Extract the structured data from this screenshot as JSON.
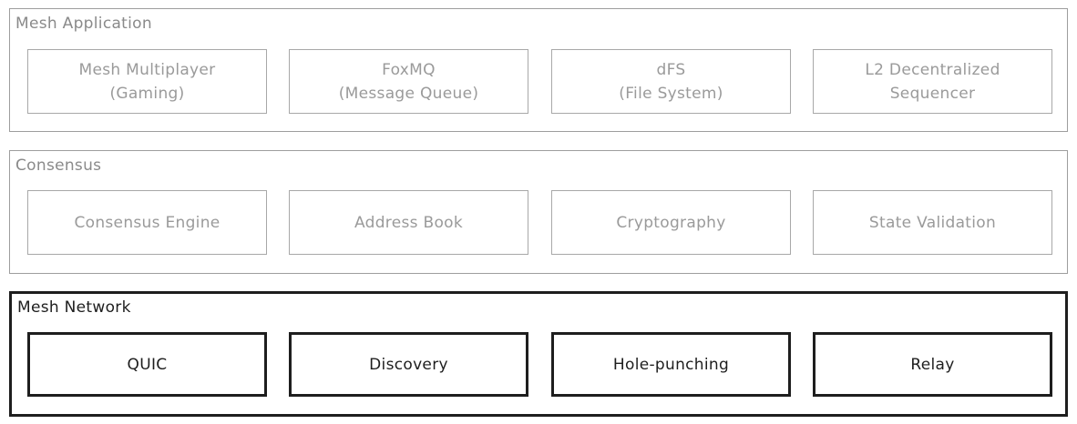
{
  "layers": [
    {
      "title": "Mesh Application",
      "boxes": [
        "Mesh Multiplayer\n(Gaming)",
        "FoxMQ\n(Message Queue)",
        "dFS\n(File System)",
        "L2 Decentralized\nSequencer"
      ]
    },
    {
      "title": "Consensus",
      "boxes": [
        "Consensus Engine",
        "Address Book",
        "Cryptography",
        "State Validation"
      ]
    },
    {
      "title": "Mesh Network",
      "boxes": [
        "QUIC",
        "Discovery",
        "Hole-punching",
        "Relay"
      ]
    }
  ],
  "colors": {
    "faded_stroke": "#a8a8a8",
    "faded_text": "#9a9a9a",
    "strong_stroke": "#1e1e1e"
  }
}
